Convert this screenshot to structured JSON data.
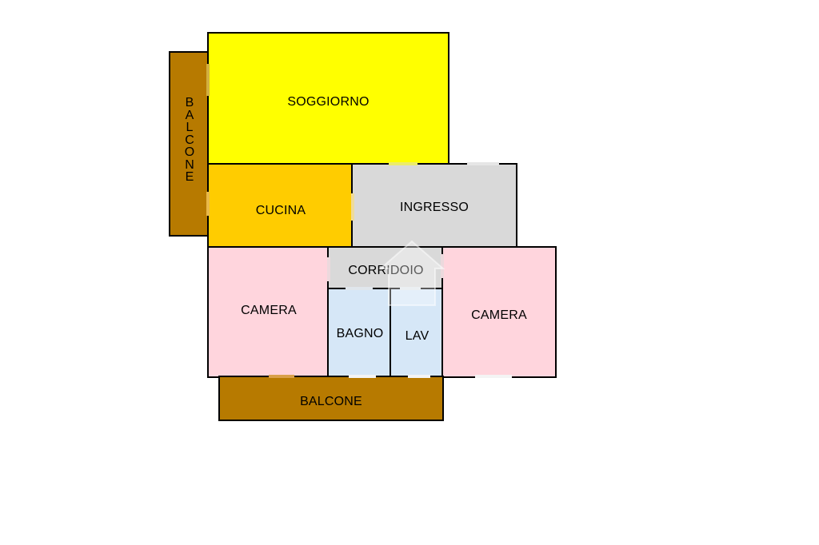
{
  "floorplan": {
    "colors": {
      "soggiorno": "#FFFF00",
      "cucina": "#FFCC00",
      "ingresso": "#D9D9D9",
      "corridoio": "#D9D9D9",
      "camera": "#FFD5DD",
      "bagno": "#D6E7F7",
      "balcone": "#B77A00",
      "wall": "#000000"
    },
    "rooms": {
      "soggiorno": "SOGGIORNO",
      "cucina": "CUCINA",
      "ingresso": "INGRESSO",
      "corridoio": "CORRIDOIO",
      "camera_left": "CAMERA",
      "camera_right": "CAMERA",
      "bagno": "BAGNO",
      "lav": "LAV",
      "balcone_left": "BALCONE",
      "balcone_bottom": "BALCONE"
    }
  }
}
